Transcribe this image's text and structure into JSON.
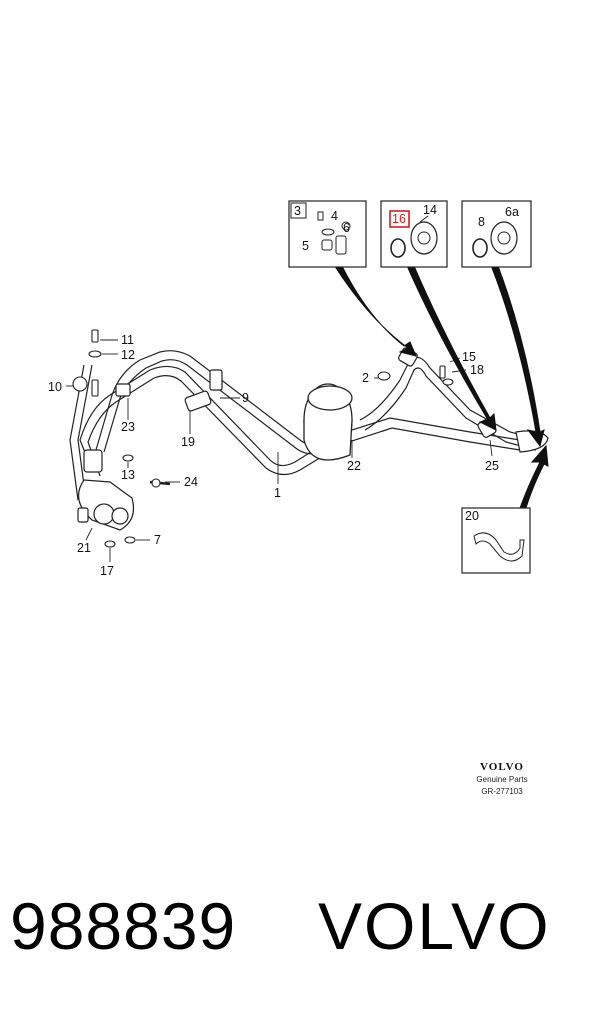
{
  "callouts": {
    "c1": "1",
    "c2": "2",
    "c3": "3",
    "c4": "4",
    "c5": "5",
    "c6": "6",
    "c6a": "6a",
    "c7": "7",
    "c8": "8",
    "c9": "9",
    "c10": "10",
    "c11": "11",
    "c12": "12",
    "c13": "13",
    "c14": "14",
    "c15": "15",
    "c16": "16",
    "c17": "17",
    "c18": "18",
    "c19": "19",
    "c20": "20",
    "c21": "21",
    "c22": "22",
    "c23": "23",
    "c24": "24",
    "c25": "25"
  },
  "highlighted_callout": "16",
  "highlight_color": "#d42020",
  "brand": {
    "logo": "VOLVO",
    "tagline": "Genuine Parts",
    "reference": "GR-277103"
  },
  "footer": {
    "part_number": "988839",
    "brand": "VOLVO"
  }
}
